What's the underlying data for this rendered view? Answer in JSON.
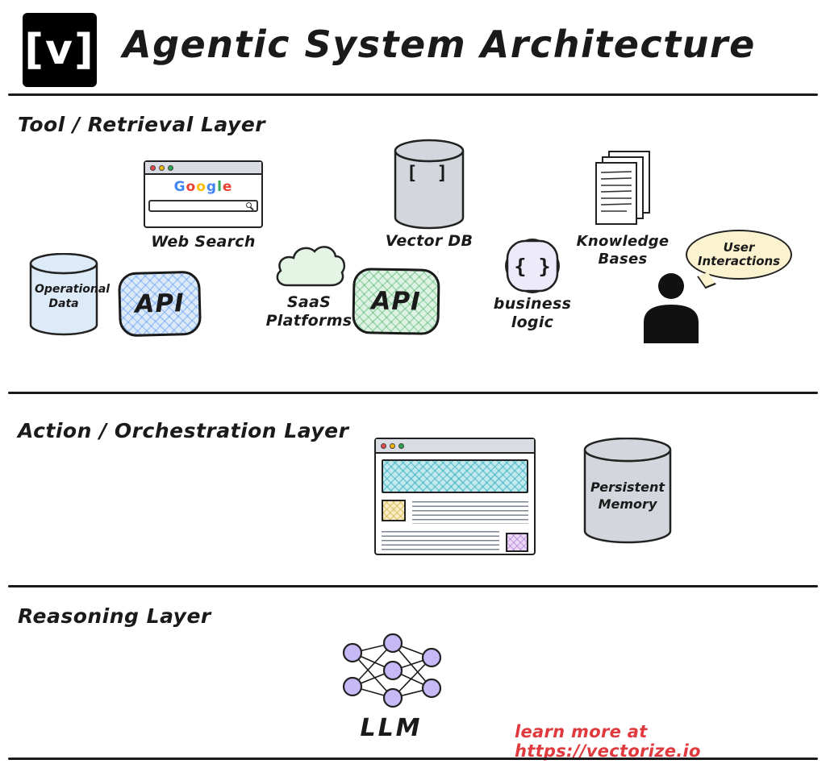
{
  "header": {
    "logo_text": "[v]",
    "title": "Agentic System Architecture"
  },
  "tool_layer": {
    "label": "Tool / Retrieval Layer",
    "web_search": {
      "label": "Web Search",
      "google_letters": [
        {
          "ch": "G",
          "style": "color:#4285f4"
        },
        {
          "ch": "o",
          "style": "color:#ea4335"
        },
        {
          "ch": "o",
          "style": "color:#fbbc05"
        },
        {
          "ch": "g",
          "style": "color:#4285f4"
        },
        {
          "ch": "l",
          "style": "color:#34a853"
        },
        {
          "ch": "e",
          "style": "color:#ea4335"
        }
      ]
    },
    "vector_db": {
      "glyph": "[ ]",
      "label": "Vector DB"
    },
    "knowledge_bases": {
      "label": "Knowledge Bases"
    },
    "user_interactions": {
      "label": "User Interactions"
    },
    "operational_data": {
      "label": "Operational Data"
    },
    "api_blue": {
      "label": "API"
    },
    "saas": {
      "label": "SaaS Platforms"
    },
    "api_green": {
      "label": "API"
    },
    "business_logic": {
      "glyph": "{ }",
      "label": "business logic"
    }
  },
  "action_layer": {
    "label": "Action / Orchestration Layer",
    "persistent_memory": {
      "label": "Persistent Memory"
    }
  },
  "reasoning_layer": {
    "label": "Reasoning Layer",
    "llm_label": "LLM",
    "footer_link": "learn more at https://vectorize.io"
  },
  "colors": {
    "accent_red": "#e0393e",
    "google_blue": "#4285f4",
    "google_red": "#ea4335",
    "google_yellow": "#fbbc05",
    "google_green": "#34a853",
    "api_blue_fill": "#dceaf8",
    "api_green_fill": "#def2e4",
    "cylinder_gray": "#d3d7dd",
    "cylinder_blue": "#ddebf8",
    "cloud_green": "#e4f5e6",
    "business_logic_purple": "#edeafa",
    "speech_bubble_yellow": "#fbf3cf",
    "teal_block": "#c2e9ed",
    "nn_node_purple": "#c7b9f5"
  }
}
